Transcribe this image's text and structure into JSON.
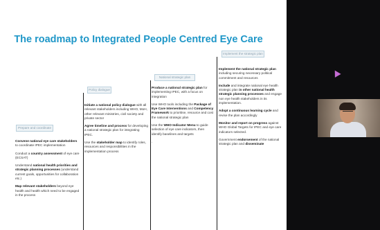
{
  "slide": {
    "title": "The roadmap to Integrated People Centred Eye Care",
    "steps": [
      "Prepare and coordinate",
      "Policy dialogue",
      "National strategic plan",
      "Implement the strategic plan"
    ],
    "col1": [
      {
        "b1": "Convene national eye care stakeholders",
        "t1": " to coordinate IPEC implementation"
      },
      {
        "t1": "Conduct a ",
        "b1": "country assessment",
        "t2": " of eye care (ECSAT)"
      },
      {
        "t1": "Understand ",
        "b1": "national health priorities and strategic planning processes",
        "t2": " (understand current goals, opportunities for collaboration etc.)"
      },
      {
        "b1": "Map relevant stakeholders",
        "t1": " beyond eye health and health which need to be engaged in the process"
      }
    ],
    "col2": [
      {
        "b1": "Initiate a national policy dialogue",
        "t1": " with all relevant stakeholders including WHO, MoH, other relevant ministries, civil society and private sector"
      },
      {
        "b1": "Agree timeline and process",
        "t1": " for developing a national strategic plan for integrating IPEC."
      },
      {
        "t1": "Use the ",
        "b1": "stakeholder map",
        "t2": " to identify roles, resources and responsibilities in the implementation process"
      }
    ],
    "col3": [
      {
        "b1": "Produce a national strategic plan",
        "t1": " for implementing IPEC, with a focus on integration"
      },
      {
        "t1": "Use WHO tools including the ",
        "b1": "Package of Eye Care Interventions",
        "t2": " and ",
        "b2": "Competency Framework",
        "t3": " to prioritise, resource and cost the national strategic plan"
      },
      {
        "t1": "Use the ",
        "b1": "WHO Indicator Menu",
        "t2": " to guide selection of eye care indicators, then identify baselines and targets"
      },
      {
        "t1": "."
      }
    ],
    "col4": [
      {
        "b1": "Implement the national strategic plan",
        "t1": " including securing necessary political commitment and resources"
      },
      {
        "b1": "Include",
        "t1": " and integrate national eye health strategic plan ",
        "b2": "in other national health strategic planning processes",
        "t2": " and engage non eye health stakeholders in its implementation."
      },
      {
        "b1": "Adopt a continuous learning cycle",
        "t1": " and revise the plan accordingly"
      },
      {
        "b1": "Monitor and report on progress",
        "t1": " against WHO Global Targets for IPEC and eye care indicators selected."
      },
      {
        "t1": "Government ",
        "b1": "endorsement",
        "t2": " of the national strategic plan and ",
        "b2": "disseminate"
      }
    ]
  },
  "colors": {
    "title": "#1f97c8",
    "panel": "#0d0d0f",
    "cursor": "#c46bd3"
  }
}
